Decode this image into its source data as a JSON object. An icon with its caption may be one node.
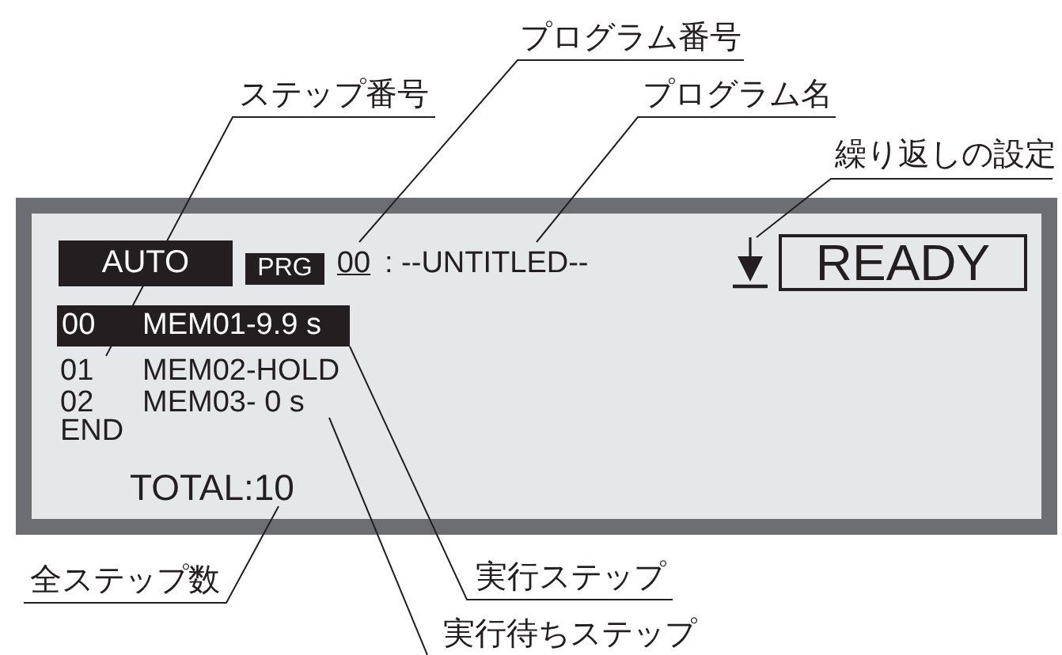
{
  "diagram": {
    "nodes": [
      {
        "text": [
          "ステップ番号"
        ]
      },
      {
        "text": [
          "プログラム番号"
        ]
      },
      {
        "text": [
          "プログラム名"
        ]
      },
      {
        "text": [
          "繰り返しの設定"
        ]
      },
      {
        "text": [],
        "shape": "box"
      },
      {
        "text": [
          "AUTO"
        ],
        "in": 4
      },
      {
        "text": [
          "PRG"
        ],
        "in": 4
      },
      {
        "text": [
          "00"
        ],
        "in": 4
      },
      {
        "text": [
          ": --UNTITLED--"
        ],
        "in": 4
      },
      {
        "text": [],
        "shape": "arrow",
        "in": 4
      },
      {
        "text": [
          "READY"
        ],
        "in": 4
      },
      {
        "text": [
          "00",
          "MEM01-9.9 s"
        ],
        "in": 4
      },
      {
        "text": [
          "01",
          "MEM02-HOLD"
        ],
        "in": 4
      },
      {
        "text": [
          "02",
          "MEM03- 0 s"
        ],
        "in": 4
      },
      {
        "text": [
          "END"
        ],
        "in": 4
      },
      {
        "text": [
          "TOTAL:10"
        ],
        "in": 4
      },
      {
        "text": [
          "全ステップ数"
        ]
      },
      {
        "text": [
          "実行ステップ"
        ]
      },
      {
        "text": [
          "実行待ちステップ"
        ]
      }
    ],
    "edges": [
      {
        "from": 0,
        "to": 12,
        "arrow": "none"
      },
      {
        "from": 1,
        "to": 7,
        "arrow": "none"
      },
      {
        "from": 2,
        "to": 8,
        "arrow": "none"
      },
      {
        "from": 3,
        "to": 9,
        "arrow": "none"
      },
      {
        "from": 16,
        "to": 15,
        "arrow": "none"
      },
      {
        "from": 17,
        "to": 11,
        "arrow": "none"
      },
      {
        "from": 18,
        "to": 13,
        "arrow": "none"
      }
    ]
  }
}
